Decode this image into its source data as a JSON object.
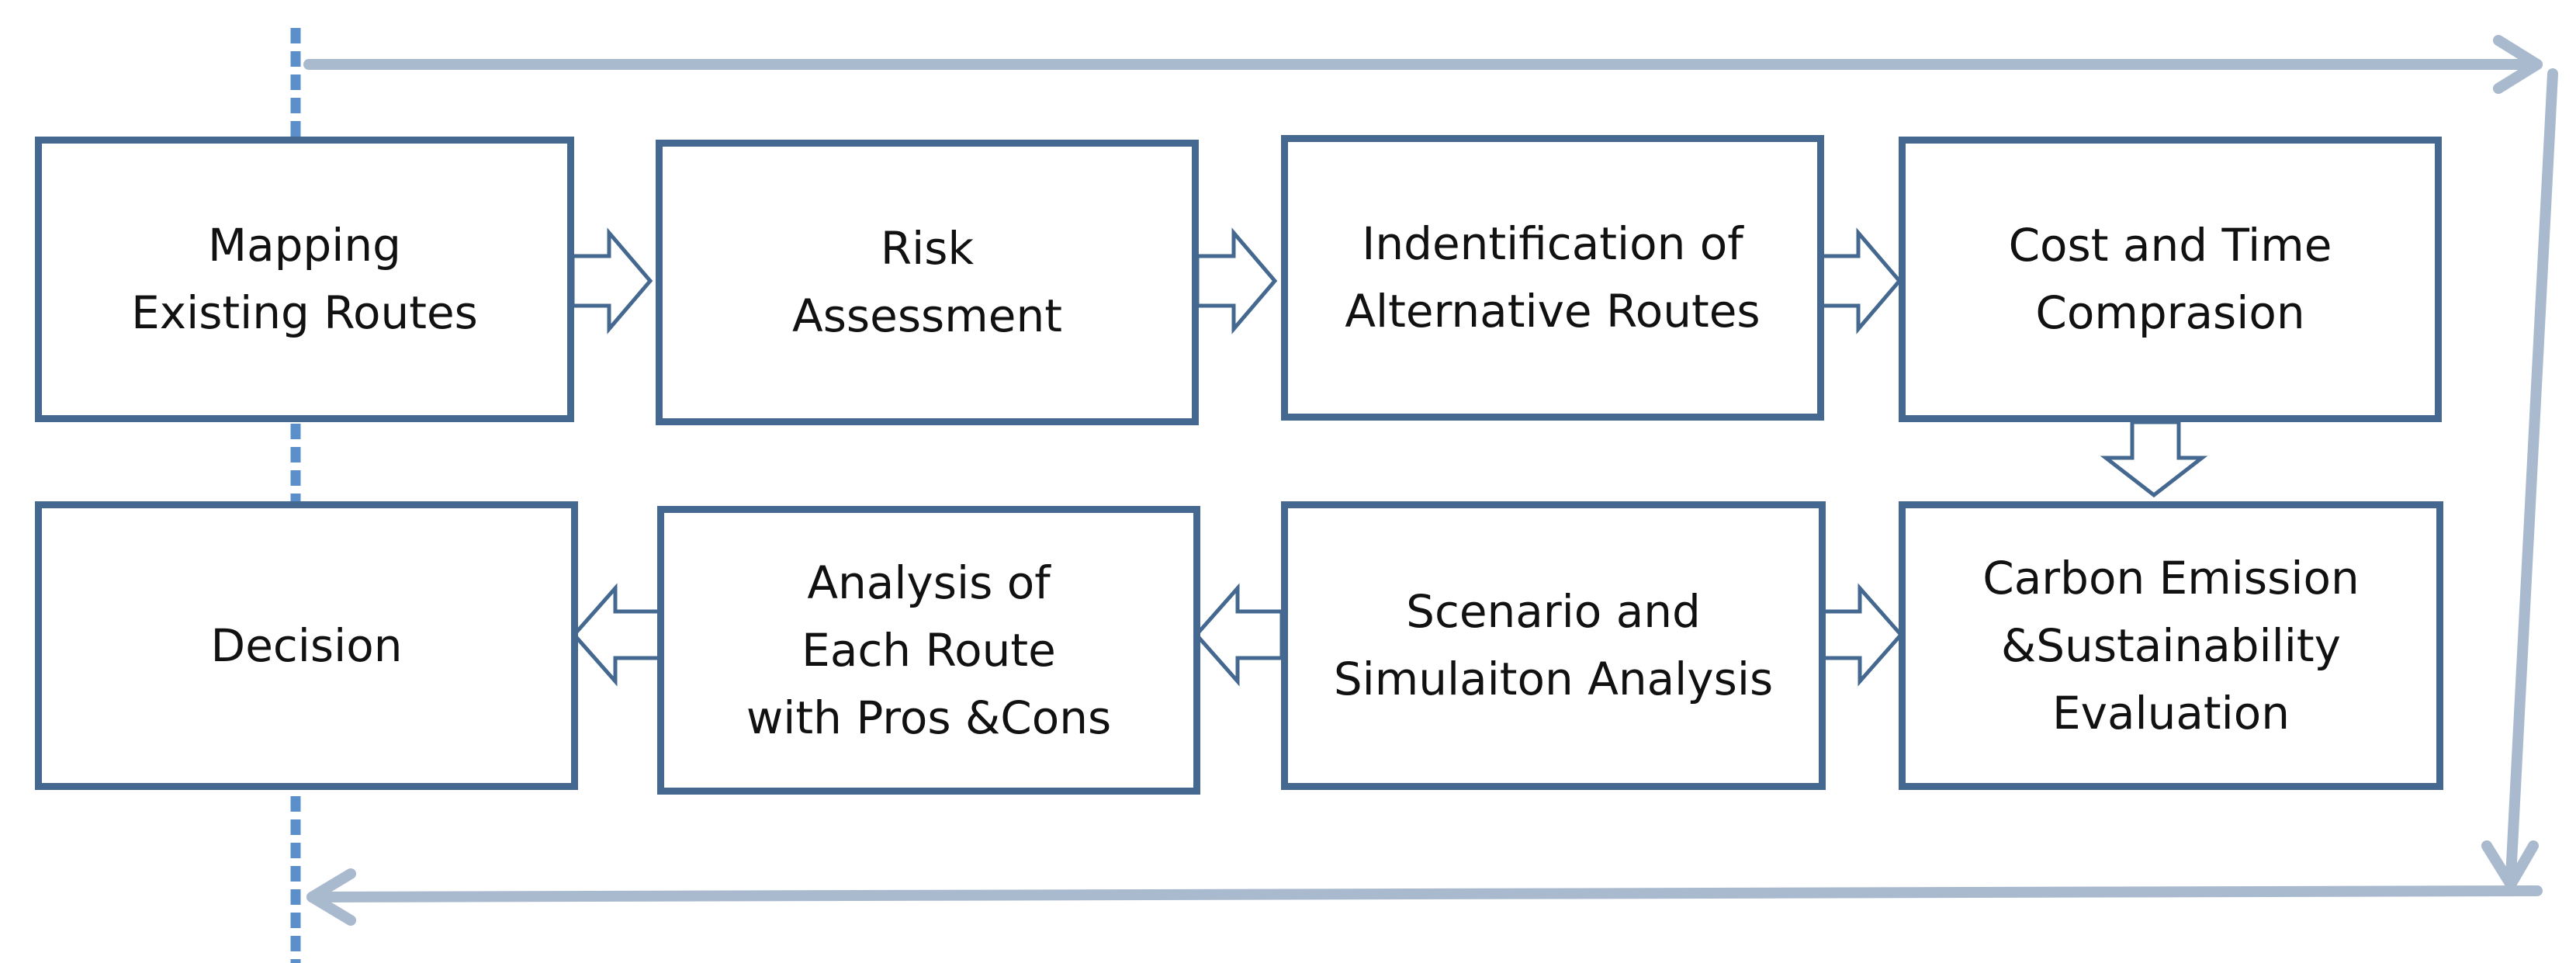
{
  "colors": {
    "box_border": "#44688F",
    "arrow_outline": "#44688F",
    "loop_line": "#A9B9CE",
    "dotted_line": "#5B8FCB",
    "text": "#111111"
  },
  "boxes": {
    "mapping": {
      "lines": [
        "Mapping",
        "Existing Routes"
      ]
    },
    "risk": {
      "lines": [
        "Risk",
        "Assessment"
      ]
    },
    "identification": {
      "lines": [
        "Indentification of",
        "Alternative Routes"
      ]
    },
    "cost_time": {
      "lines": [
        "Cost and Time",
        "Comprasion"
      ]
    },
    "carbon": {
      "lines": [
        "Carbon Emission",
        "&Sustainability",
        "Evaluation"
      ]
    },
    "scenario": {
      "lines": [
        "Scenario and",
        "Simulaiton Analysis"
      ]
    },
    "analysis": {
      "lines": [
        "Analysis of",
        "Each Route",
        "with Pros &Cons"
      ]
    },
    "decision": {
      "lines": [
        "Decision"
      ]
    }
  }
}
